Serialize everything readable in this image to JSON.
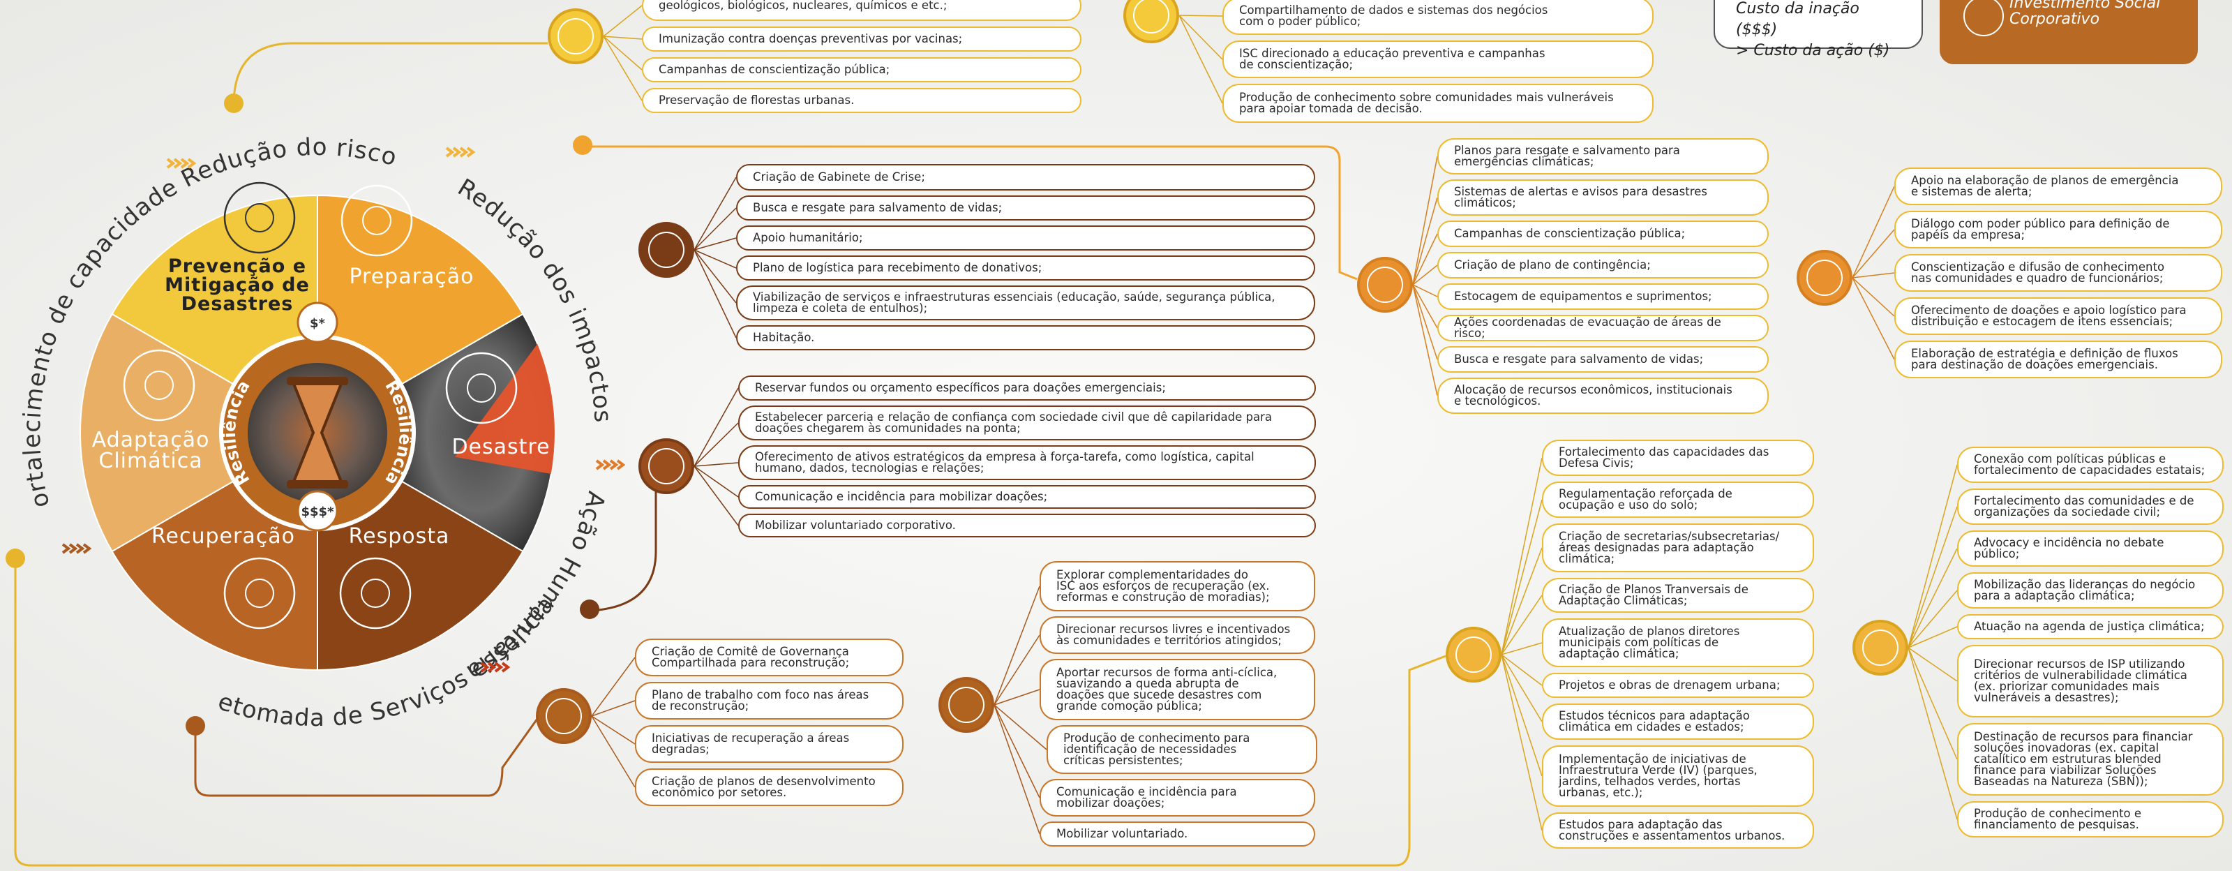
{
  "legend": {
    "cost_inaction": "Custo da inação ($$$)",
    "cost_action": "> Custo da ação ($)"
  },
  "isc_badge": {
    "line1": "Investimento Social",
    "line2": "Corporativo"
  },
  "wheel": {
    "center_label_left": "Resiliência",
    "center_label_right": "Resiliência",
    "cost_top": "$*",
    "cost_bottom": "$$$*",
    "sectors": [
      {
        "title_lines": [
          "Prevenção e",
          "Mitigação de",
          "Desastres"
        ],
        "icon": "firefighter-helmet-icon",
        "color": "#f2c83c"
      },
      {
        "title_lines": [
          "Preparação"
        ],
        "icon": "warning-triangle-icon",
        "color": "#f0a42f"
      },
      {
        "title_lines": [
          "Desastre"
        ],
        "icon": "broken-glass-icon",
        "color": "#e4552c"
      },
      {
        "title_lines": [
          "Resposta"
        ],
        "icon": "hand-globe-icon",
        "color": "#8a4416"
      },
      {
        "title_lines": [
          "Recuperação"
        ],
        "icon": "pie-chart-icon",
        "color": "#b86424"
      },
      {
        "title_lines": [
          "Adaptação",
          "Climática"
        ],
        "icon": "layers-hand-icon",
        "color": "#e9b065"
      }
    ],
    "arcs": {
      "risk_reduction": "Redução do risco",
      "impact_reduction": "Redução dos impactos",
      "humanitarian_action": "Ação Humanitária",
      "essential_services": "Retomada de Serviços essenciais",
      "capacity_building": "Fortalecimento de capacidades"
    }
  },
  "groups": {
    "prevention_public": {
      "icon": "people-group-icon",
      "items": [
        [
          "geológicos, biológicos, nucleares, químicos e etc.;"
        ],
        [
          "Imunização contra doenças preventivas por vacinas;"
        ],
        [
          "Campanhas de conscientização pública;"
        ],
        [
          "Preservação de florestas urbanas."
        ]
      ]
    },
    "prevention_isc": {
      "icon": "hand-people-icon",
      "items": [
        [
          "Compartilhamento de dados e sistemas dos negócios",
          "com o poder público;"
        ],
        [
          "ISC direcionado a educação preventiva e campanhas",
          "de conscientização;"
        ],
        [
          "Produção de conhecimento sobre comunidades mais vulneráveis",
          "para apoiar tomada de decisão."
        ]
      ]
    },
    "response_public": {
      "icon": "people-group-icon",
      "items": [
        [
          "Criação de Gabinete de Crise;"
        ],
        [
          "Busca e resgate para salvamento de vidas;"
        ],
        [
          "Apoio humanitário;"
        ],
        [
          "Plano de logística para recebimento de donativos;"
        ],
        [
          "Viabilização de serviços e infraestruturas essenciais (educação, saúde, segurança pública,",
          "limpeza e coleta de entulhos);"
        ],
        [
          "Habitação."
        ]
      ]
    },
    "response_isc": {
      "icon": "hand-people-icon",
      "items": [
        [
          "Reservar fundos ou orçamento específicos para doações emergenciais;"
        ],
        [
          "Estabelecer parceria e relação de confiança com sociedade civil que dê capilaridade para",
          "doações chegarem às comunidades na ponta;"
        ],
        [
          "Oferecimento de ativos estratégicos da empresa à força-tarefa, como logística, capital",
          "humano, dados, tecnologias e relações;"
        ],
        [
          "Comunicação e incidência para mobilizar doações;"
        ],
        [
          "Mobilizar voluntariado corporativo."
        ]
      ]
    },
    "preparation_public": {
      "icon": "people-group-icon",
      "items": [
        [
          "Planos para resgate e salvamento para",
          "emergências climáticas;"
        ],
        [
          "Sistemas de alertas e avisos para desastres",
          "climáticos;"
        ],
        [
          "Campanhas de conscientização pública;"
        ],
        [
          "Criação de plano de contingência;"
        ],
        [
          "Estocagem de equipamentos e suprimentos;"
        ],
        [
          "Ações coordenadas de evacuação de áreas de risco;"
        ],
        [
          "Busca e resgate para salvamento de vidas;"
        ],
        [
          "Alocação de recursos econômicos, institucionais",
          "e tecnológicos."
        ]
      ]
    },
    "preparation_isc": {
      "icon": "hand-people-icon",
      "items": [
        [
          "Apoio na elaboração de planos de emergência",
          "e sistemas de alerta;"
        ],
        [
          "Diálogo com poder público para definição de",
          "papéis da empresa;"
        ],
        [
          "Conscientização e difusão de conhecimento",
          "nas comunidades e quadro de funcionários;"
        ],
        [
          "Oferecimento de doações e apoio logístico para",
          "distribuição e estocagem de itens essenciais;"
        ],
        [
          "Elaboração de estratégia e definição de fluxos",
          "para destinação de doações emergenciais."
        ]
      ]
    },
    "recovery_public": {
      "icon": "people-group-icon",
      "items": [
        [
          "Criação de Comitê de Governança",
          "Compartilhada para reconstrução;"
        ],
        [
          "Plano de trabalho com foco nas áreas",
          "de reconstrução;"
        ],
        [
          "Iniciativas de recuperação a áreas",
          "degradas;"
        ],
        [
          "Criação de planos de desenvolvimento",
          "econômico por setores."
        ]
      ]
    },
    "recovery_isc": {
      "icon": "hand-people-icon",
      "items": [
        [
          "Explorar complementaridades do",
          "ISC aos esforços de recuperação (ex.",
          "reformas e construção de moradias);"
        ],
        [
          "Direcionar recursos livres e incentivados",
          "às comunidades e territórios atingidos;"
        ],
        [
          "Aportar recursos de forma anti-cíclica,",
          "suavizando a queda abrupta de",
          "doações que sucede desastres com",
          "grande comoção pública;"
        ],
        [
          "Produção de conhecimento para",
          "identificação de necessidades",
          "críticas persistentes;"
        ],
        [
          "Comunicação e incidência para",
          "mobilizar doações;"
        ],
        [
          "Mobilizar voluntariado."
        ]
      ]
    },
    "adaptation_public": {
      "icon": "people-group-icon",
      "items": [
        [
          "Fortalecimento das capacidades das",
          "Defesa Civis;"
        ],
        [
          "Regulamentação reforçada de",
          "ocupação e uso do solo;"
        ],
        [
          "Criação de secretarias/subsecretarias/",
          "áreas designadas para adaptação",
          "climática;"
        ],
        [
          "Criação de Planos Tranversais de",
          "Adaptação Climáticas;"
        ],
        [
          "Atualização de planos diretores",
          "municipais com políticas de",
          "adaptação climática;"
        ],
        [
          "Projetos e obras de drenagem urbana;"
        ],
        [
          "Estudos técnicos para adaptação",
          "climática em cidades e estados;"
        ],
        [
          "Implementação de iniciativas de",
          "Infraestrutura Verde (IV) (parques,",
          "jardins, telhados verdes, hortas",
          "urbanas, etc.);"
        ],
        [
          "Estudos para adaptação das",
          "construções e assentamentos urbanos."
        ]
      ]
    },
    "adaptation_isc": {
      "icon": "hand-people-icon",
      "items": [
        [
          "Conexão com políticas públicas e",
          "fortalecimento de capacidades estatais;"
        ],
        [
          "Fortalecimento das comunidades e de",
          "organizações da sociedade civil;"
        ],
        [
          "Advocacy e incidência no debate",
          "público;"
        ],
        [
          "Mobilização das lideranças do negócio",
          "para a adaptação climática;"
        ],
        [
          "Atuação na agenda de justiça climática;"
        ],
        [
          "Direcionar recursos de ISP utilizando",
          "critérios de vulnerabilidade climática",
          "(ex. priorizar comunidades mais",
          "vulneráveis a desastres);"
        ],
        [
          "Destinação de recursos para financiar",
          "soluções inovadoras (ex. capital",
          "catalítico em estruturas blended",
          "finance para viabilizar Soluções",
          "Baseadas na Natureza (SBN));"
        ],
        [
          "Produção de conhecimento e",
          "financiamento de pesquisas."
        ]
      ]
    }
  }
}
